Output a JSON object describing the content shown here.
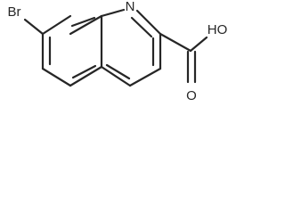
{
  "molecule": {
    "atom_labels": {
      "bromine": "Br",
      "ring_nitrogen": "N",
      "hydroxyl": "HO",
      "carbonyl_oxygen": "O"
    }
  },
  "colors": {
    "ink": "#262626",
    "background": "#ffffff"
  }
}
